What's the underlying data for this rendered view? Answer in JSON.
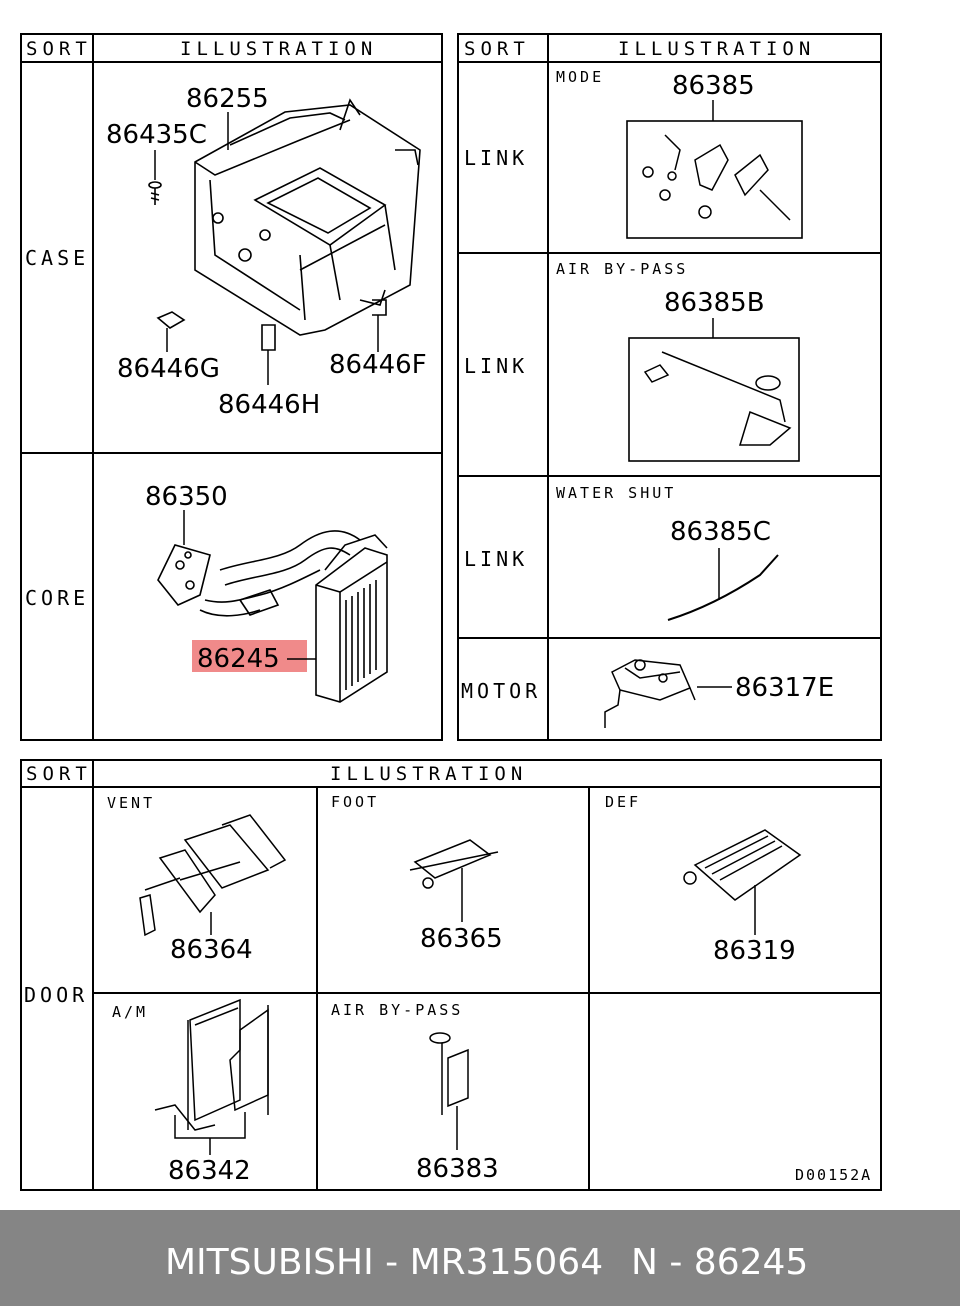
{
  "headers": {
    "sort": "SORT",
    "illustration": "ILLUSTRATION"
  },
  "sorts": {
    "case": "CASE",
    "core": "CORE",
    "link": "LINK",
    "motor": "MOTOR",
    "door": "DOOR"
  },
  "sublabels": {
    "mode": "MODE",
    "air_bypass": "AIR BY-PASS",
    "water_shut": "WATER SHUT",
    "vent": "VENT",
    "foot": "FOOT",
    "def": "DEF",
    "am": "A/M"
  },
  "parts": {
    "p86255": "86255",
    "p86435C": "86435C",
    "p86446G": "86446G",
    "p86446H": "86446H",
    "p86446F": "86446F",
    "p86350": "86350",
    "p86245": "86245",
    "p86385": "86385",
    "p86385B": "86385B",
    "p86385C": "86385C",
    "p86317E": "86317E",
    "p86364": "86364",
    "p86365": "86365",
    "p86319": "86319",
    "p86342": "86342",
    "p86383": "86383"
  },
  "highlight": {
    "color": "#f08a8a",
    "part": "86245"
  },
  "diagram_code": "D00152A",
  "footer": {
    "brand_part": "MITSUBISHI - MR315064",
    "ref": "N - 86245",
    "background": "#858585"
  }
}
